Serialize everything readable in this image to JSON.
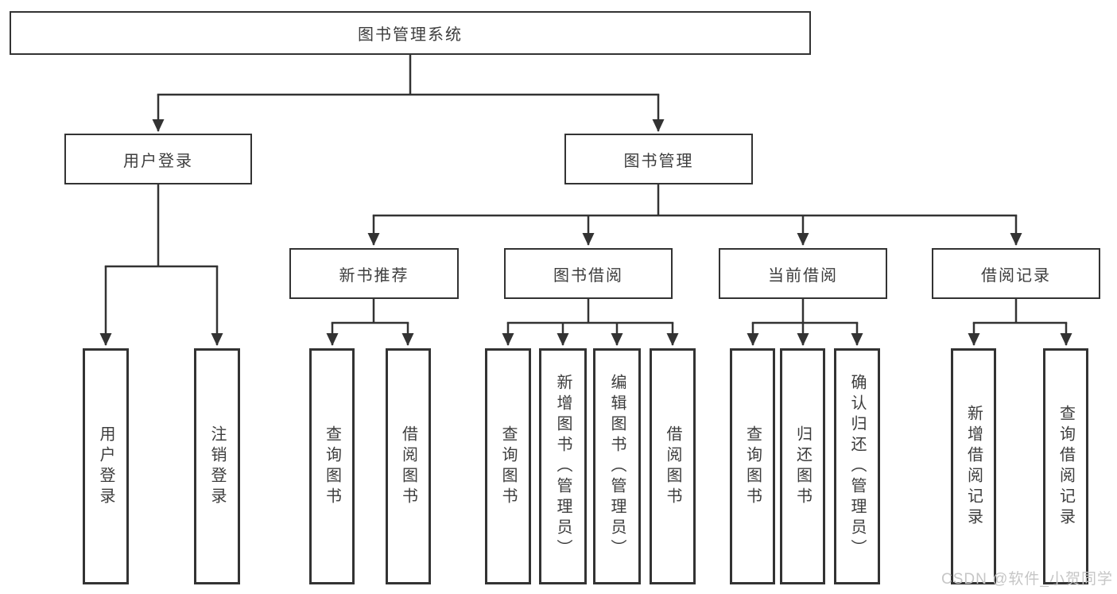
{
  "diagram": {
    "root": {
      "label": "图书管理系统"
    },
    "branches": [
      {
        "label": "用户登录",
        "children": [
          {
            "label": "用户登录"
          },
          {
            "label": "注销登录"
          }
        ]
      },
      {
        "label": "图书管理",
        "sections": [
          {
            "label": "新书推荐",
            "children": [
              {
                "label": "查询图书"
              },
              {
                "label": "借阅图书"
              }
            ]
          },
          {
            "label": "图书借阅",
            "children": [
              {
                "label": "查询图书"
              },
              {
                "label": "新增图书（管理员）"
              },
              {
                "label": "编辑图书（管理员）"
              },
              {
                "label": "借阅图书"
              }
            ]
          },
          {
            "label": "当前借阅",
            "children": [
              {
                "label": "查询图书"
              },
              {
                "label": "归还图书"
              },
              {
                "label": "确认归还（管理员）"
              }
            ]
          },
          {
            "label": "借阅记录",
            "children": [
              {
                "label": "新增借阅记录"
              },
              {
                "label": "查询借阅记录"
              }
            ]
          }
        ]
      }
    ]
  },
  "watermark": {
    "text": "CSDN @软件_小贺同学"
  },
  "colors": {
    "line": "#333333",
    "box_border": "#333333",
    "text": "#3d3d3d",
    "watermark": "#c6c6c6",
    "background": "#ffffff"
  }
}
